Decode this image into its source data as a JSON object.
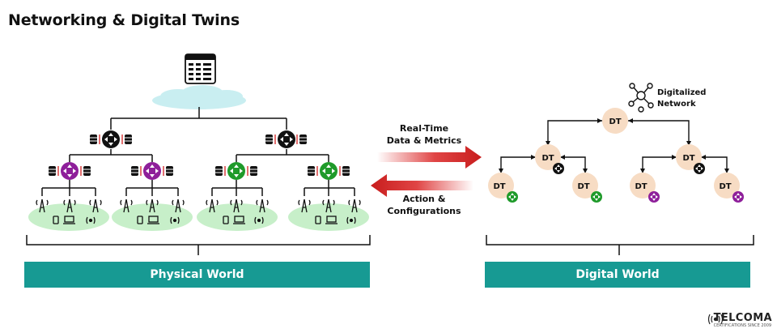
{
  "title": "Networking & Digital Twins",
  "arrows": {
    "realtime": "Real-Time\nData & Metrics",
    "action": "Action &\nConfigurations"
  },
  "digitalized_network": "Digitalized\nNetwork",
  "node_label": "DT",
  "bands": {
    "physical": "Physical World",
    "digital": "Digital World"
  },
  "brand": {
    "name": "TELCOMA",
    "subtitle": "CERTIFICATIONS SINCE 2009"
  },
  "colors": {
    "teal": "#179a93",
    "red": "#d42222",
    "green": "#1f9a2a",
    "purple": "#8e1f9a",
    "black": "#111111",
    "dt_fill": "#f7dcc4",
    "cloud": "#c9eef1",
    "island": "#c7efc9"
  }
}
